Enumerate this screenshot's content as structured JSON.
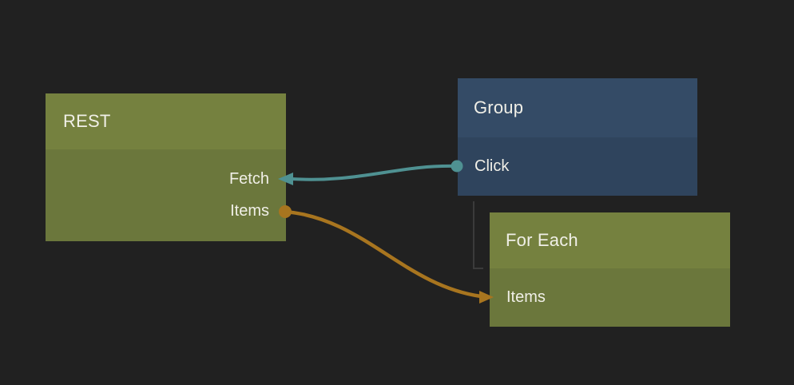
{
  "editor": {
    "description": "node-flow-editor"
  },
  "colors": {
    "canvas_bg": "#212121",
    "green_header": "#75813f",
    "green_body": "#6b773c",
    "blue_header": "#344b66",
    "blue_body": "#2f445d",
    "edge_teal": "#4f9192",
    "edge_orange": "#a8751f",
    "tree_line": "#3b3b3b",
    "text": "#f0efe7"
  },
  "nodes": [
    {
      "title": "REST",
      "ports": [
        {
          "label": "Fetch",
          "side": "right"
        },
        {
          "label": "Items",
          "side": "right"
        }
      ]
    },
    {
      "title": "Group",
      "ports": [
        {
          "label": "Click",
          "side": "left"
        }
      ]
    },
    {
      "title": "For Each",
      "ports": [
        {
          "label": "Items",
          "side": "left"
        }
      ]
    }
  ],
  "edges": [
    {
      "from": "Group.Click",
      "to": "REST.Fetch",
      "color": "#4f9192"
    },
    {
      "from": "REST.Items",
      "to": "For Each.Items",
      "color": "#a8751f"
    }
  ],
  "tree_connector": {
    "from": "Group",
    "to": "For Each",
    "color": "#3b3b3b"
  }
}
